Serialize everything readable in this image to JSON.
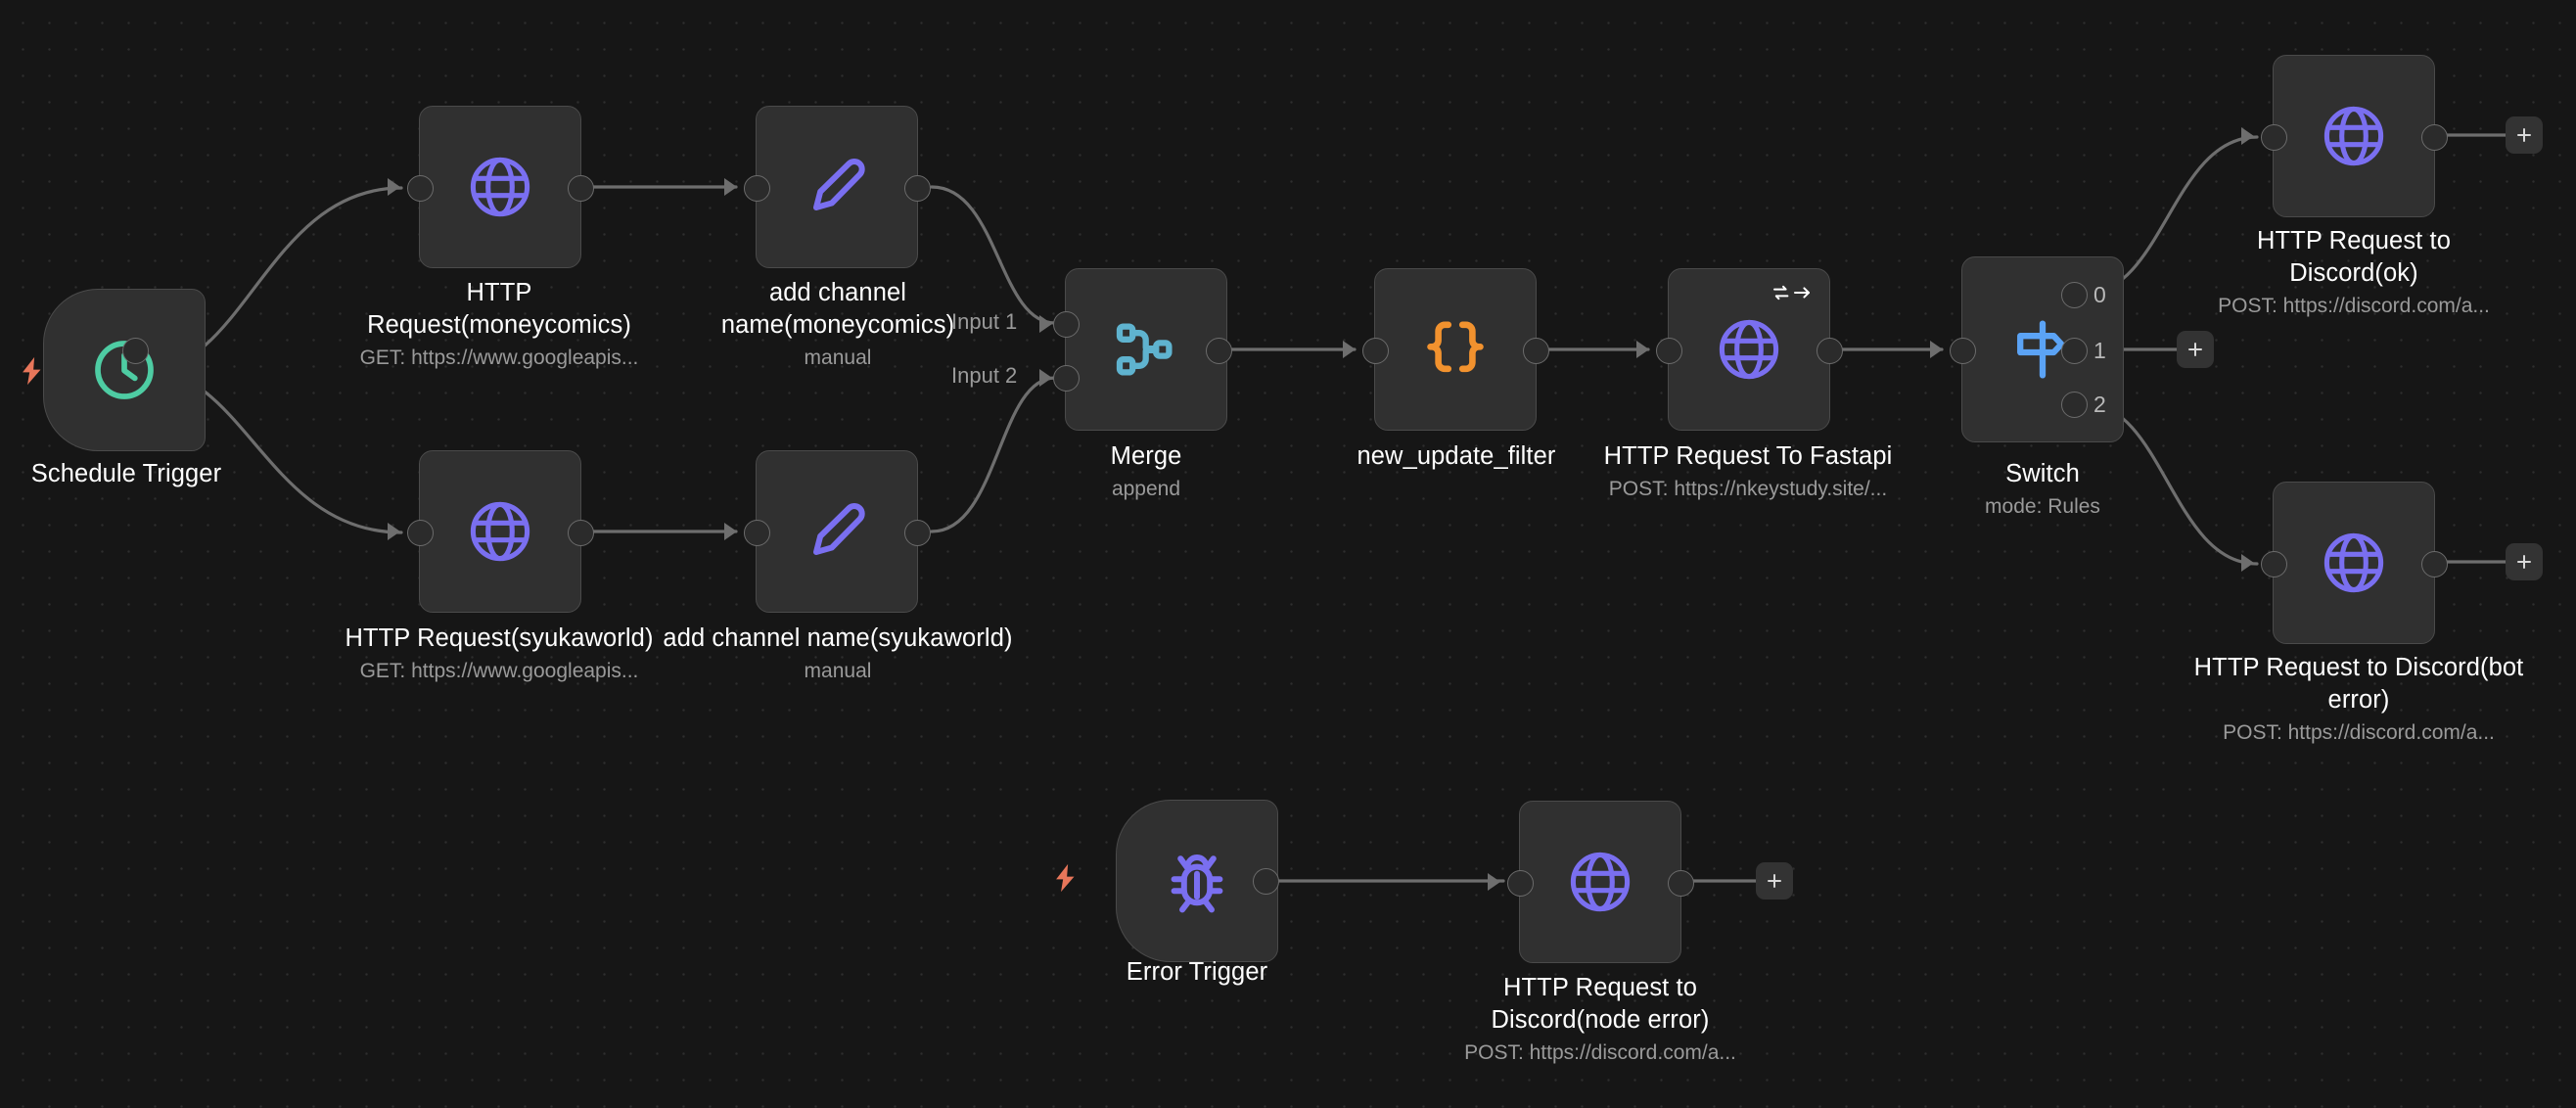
{
  "canvas": {
    "background": "#161616",
    "grid_dot_color": "#2e2e2e",
    "node_bg": "#303030",
    "node_border": "#4a4a4a",
    "wire_color": "#6e6e6e",
    "accent_purple": "#7a6ff0",
    "accent_green": "#4ecca3",
    "accent_cyan": "#5fb3cf",
    "accent_orange": "#f2922e",
    "accent_blue": "#5ba3f5",
    "accent_red": "#e8765a"
  },
  "nodes": [
    {
      "id": "schedule-trigger",
      "title": "Schedule Trigger",
      "subtitle": "",
      "icon": "clock-icon",
      "icon_color": "#4ecca3",
      "is_trigger": true
    },
    {
      "id": "http-request-moneycomics",
      "title": "HTTP Request(moneycomics)",
      "subtitle": "GET: https://www.googleapis...",
      "icon": "globe-icon",
      "icon_color": "#7a6ff0",
      "is_trigger": false
    },
    {
      "id": "add-channel-name-moneycomics",
      "title": "add channel name(moneycomics)",
      "subtitle": "manual",
      "icon": "pencil-icon",
      "icon_color": "#7a6ff0",
      "is_trigger": false
    },
    {
      "id": "http-request-syukaworld",
      "title": "HTTP Request(syukaworld)",
      "subtitle": "GET: https://www.googleapis...",
      "icon": "globe-icon",
      "icon_color": "#7a6ff0",
      "is_trigger": false
    },
    {
      "id": "add-channel-name-syukaworld",
      "title": "add channel name(syukaworld)",
      "subtitle": "manual",
      "icon": "pencil-icon",
      "icon_color": "#7a6ff0",
      "is_trigger": false
    },
    {
      "id": "merge",
      "title": "Merge",
      "subtitle": "append",
      "icon": "merge-icon",
      "icon_color": "#5fb3cf",
      "is_trigger": false,
      "input_labels": [
        "Input 1",
        "Input 2"
      ]
    },
    {
      "id": "new-update-filter",
      "title": "new_update_filter",
      "subtitle": "",
      "icon": "code-braces-icon",
      "icon_color": "#f2922e",
      "is_trigger": false
    },
    {
      "id": "http-request-to-fastapi",
      "title": "HTTP Request To Fastapi",
      "subtitle": "POST: https://nkeystudy.site/...",
      "icon": "globe-icon",
      "icon_color": "#7a6ff0",
      "badge": "retry-on-fail-icon",
      "is_trigger": false
    },
    {
      "id": "switch",
      "title": "Switch",
      "subtitle": "mode: Rules",
      "icon": "signpost-icon",
      "icon_color": "#5ba3f5",
      "is_trigger": false,
      "output_labels": [
        "0",
        "1",
        "2"
      ]
    },
    {
      "id": "http-request-to-discord-ok",
      "title": "HTTP Request to Discord(ok)",
      "subtitle": "POST: https://discord.com/a...",
      "icon": "globe-icon",
      "icon_color": "#7a6ff0",
      "is_trigger": false
    },
    {
      "id": "http-request-to-discord-bot-error",
      "title": "HTTP Request to Discord(bot error)",
      "subtitle": "POST: https://discord.com/a...",
      "icon": "globe-icon",
      "icon_color": "#7a6ff0",
      "is_trigger": false
    },
    {
      "id": "error-trigger",
      "title": "Error Trigger",
      "subtitle": "",
      "icon": "bug-icon",
      "icon_color": "#7a6ff0",
      "is_trigger": true
    },
    {
      "id": "http-request-to-discord-node-error",
      "title": "HTTP Request to Discord(node error)",
      "subtitle": "POST: https://discord.com/a...",
      "icon": "globe-icon",
      "icon_color": "#7a6ff0",
      "is_trigger": false
    }
  ],
  "captions": {
    "schedule_trigger": {
      "title": "Schedule Trigger",
      "sub": ""
    },
    "http_moneycomics": {
      "title": "HTTP Request(moneycomics)",
      "sub": "GET: https://www.googleapis..."
    },
    "add_moneycomics": {
      "title": "add channel name(moneycomics)",
      "sub": "manual"
    },
    "http_syukaworld": {
      "title": "HTTP Request(syukaworld)",
      "sub": "GET: https://www.googleapis..."
    },
    "add_syukaworld": {
      "title": "add channel name(syukaworld)",
      "sub": "manual"
    },
    "merge": {
      "title": "Merge",
      "sub": "append"
    },
    "new_update_filter": {
      "title": "new_update_filter",
      "sub": ""
    },
    "fastapi": {
      "title": "HTTP Request To Fastapi",
      "sub": "POST: https://nkeystudy.site/..."
    },
    "switch": {
      "title": "Switch",
      "sub": "mode: Rules"
    },
    "discord_ok": {
      "title": "HTTP Request to Discord(ok)",
      "sub": "POST: https://discord.com/a..."
    },
    "discord_bot_error": {
      "title": "HTTP Request to Discord(bot error)",
      "sub": "POST: https://discord.com/a..."
    },
    "error_trigger": {
      "title": "Error Trigger",
      "sub": ""
    },
    "discord_node_error": {
      "title": "HTTP Request to Discord(node error)",
      "sub": "POST: https://discord.com/a..."
    }
  },
  "labels": {
    "merge_input_1": "Input 1",
    "merge_input_2": "Input 2",
    "switch_out_0": "0",
    "switch_out_1": "1",
    "switch_out_2": "2",
    "add_node_plus": "+"
  }
}
